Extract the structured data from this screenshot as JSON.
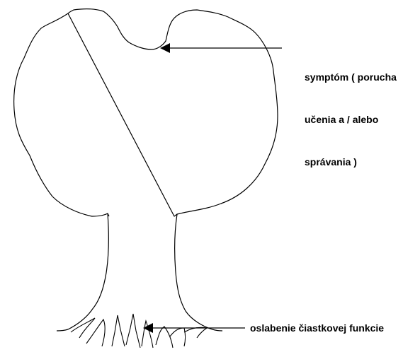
{
  "diagram": {
    "labels": {
      "symptom": [
        "symptóm ( porucha",
        "učenia a / alebo",
        "správania )"
      ],
      "weakened_function": "oslabenie čiastkovej funkcie"
    },
    "colors": {
      "stroke": "#000000",
      "background": "#ffffff"
    }
  }
}
